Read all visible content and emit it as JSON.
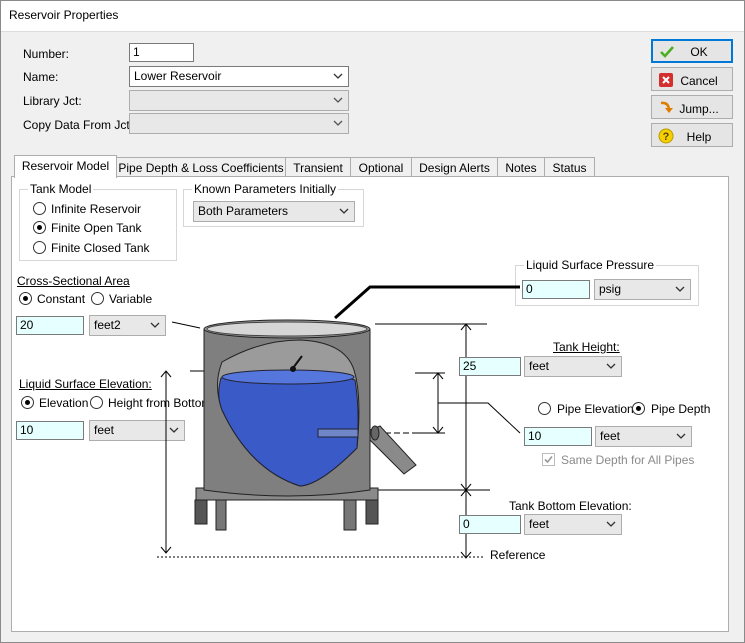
{
  "window": {
    "title": "Reservoir Properties"
  },
  "fields": {
    "number_label": "Number:",
    "number_value": "1",
    "name_label": "Name:",
    "name_value": "Lower Reservoir",
    "library_label": "Library Jct:",
    "library_value": "",
    "copy_label": "Copy Data From Jct...",
    "copy_value": ""
  },
  "buttons": {
    "ok": "OK",
    "cancel": "Cancel",
    "jump": "Jump...",
    "help": "Help"
  },
  "tabs": [
    "Reservoir Model",
    "Pipe Depth & Loss Coefficients",
    "Transient",
    "Optional",
    "Design Alerts",
    "Notes",
    "Status"
  ],
  "tank_model": {
    "title": "Tank Model",
    "options": [
      "Infinite Reservoir",
      "Finite Open Tank",
      "Finite Closed Tank"
    ],
    "selected": "Finite Open Tank"
  },
  "known_params": {
    "title": "Known Parameters Initially",
    "value": "Both Parameters"
  },
  "cross_section": {
    "title": "Cross-Sectional Area",
    "options": [
      "Constant",
      "Variable"
    ],
    "selected": "Constant",
    "value": "20",
    "unit": "feet2"
  },
  "surface_elevation": {
    "title": "Liquid Surface Elevation:",
    "options": [
      "Elevation",
      "Height from Bottom"
    ],
    "selected": "Elevation",
    "value": "10",
    "unit": "feet"
  },
  "surface_pressure": {
    "title": "Liquid Surface Pressure",
    "value": "0",
    "unit": "psig"
  },
  "tank_height": {
    "title": "Tank Height:",
    "value": "25",
    "unit": "feet"
  },
  "pipe": {
    "options": [
      "Pipe Elevation",
      "Pipe Depth"
    ],
    "selected": "Pipe Depth",
    "value": "10",
    "unit": "feet",
    "same_depth_label": "Same Depth for All Pipes",
    "same_depth_checked": true
  },
  "tank_bottom": {
    "title": "Tank Bottom Elevation:",
    "value": "0",
    "unit": "feet"
  },
  "diagram": {
    "reference_label": "Reference"
  },
  "colors": {
    "liquid": "#3a5bc7",
    "tank": "#7f7f7f",
    "field_bg": "#e6ffff",
    "default_border": "#0078d7"
  }
}
